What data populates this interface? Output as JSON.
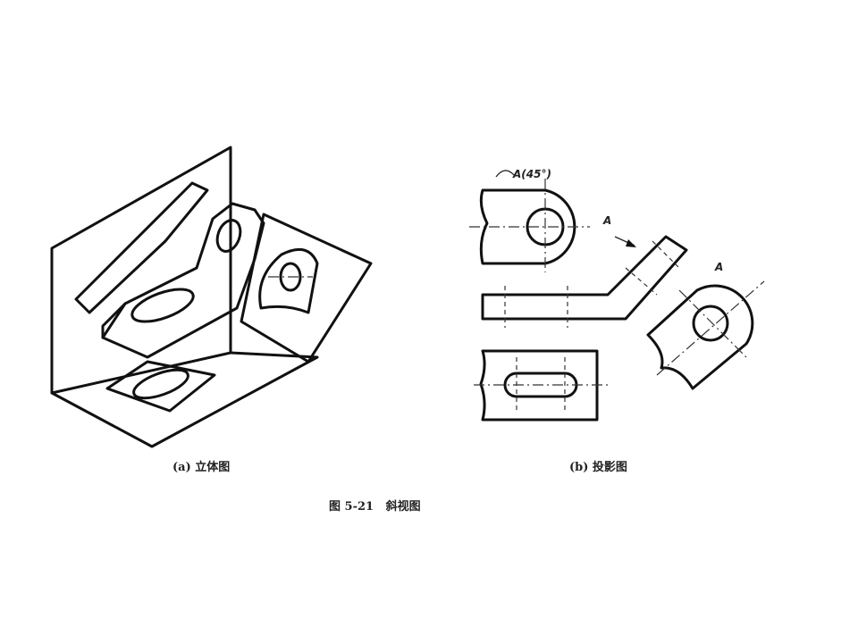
{
  "figure": {
    "view_label": "A",
    "rotated_label": "A(45°)",
    "projection_label": "A",
    "caption_a": "(a) 立体图",
    "caption_b": "(b) 投影图",
    "title": "图 5-21   斜视图"
  }
}
